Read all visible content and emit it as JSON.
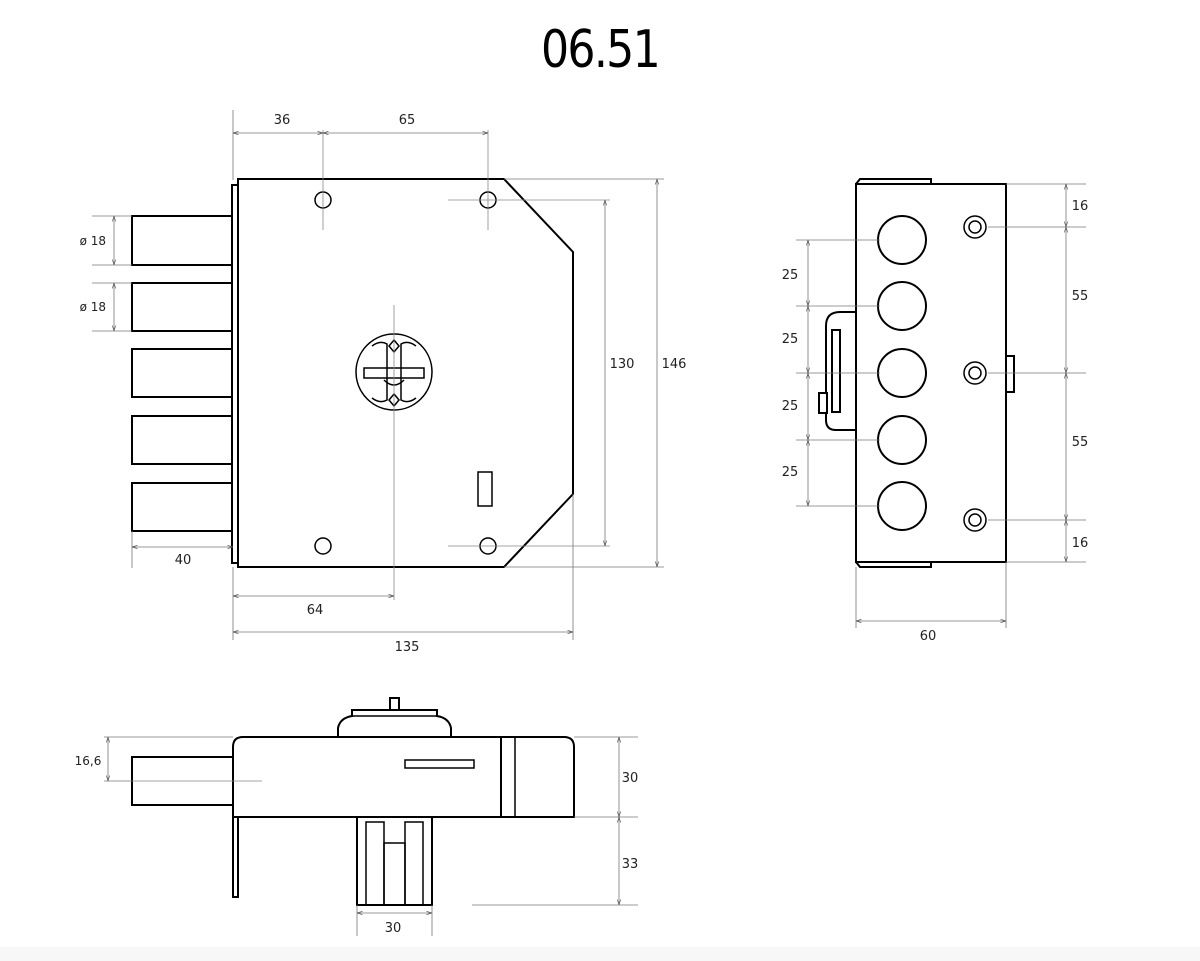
{
  "title": "06.51",
  "front_view": {
    "dims": {
      "holes_left": "36",
      "holes_spacing": "65",
      "bolt_dia_1": "ø 18",
      "bolt_dia_2": "ø 18",
      "height_holes": "130",
      "height_total": "146",
      "bolt_projection": "40",
      "cylinder_offset": "64",
      "width_total": "135"
    }
  },
  "side_view": {
    "dims": {
      "pitch_1": "25",
      "pitch_2": "25",
      "pitch_3": "25",
      "pitch_4": "25",
      "top_margin": "16",
      "hole_spacing_1": "55",
      "hole_spacing_2": "55",
      "bottom_margin": "16",
      "depth": "60"
    }
  },
  "bottom_view": {
    "dims": {
      "bolt_height": "16,6",
      "body_thickness": "30",
      "cylinder_projection": "33",
      "cylinder_width": "30"
    }
  }
}
